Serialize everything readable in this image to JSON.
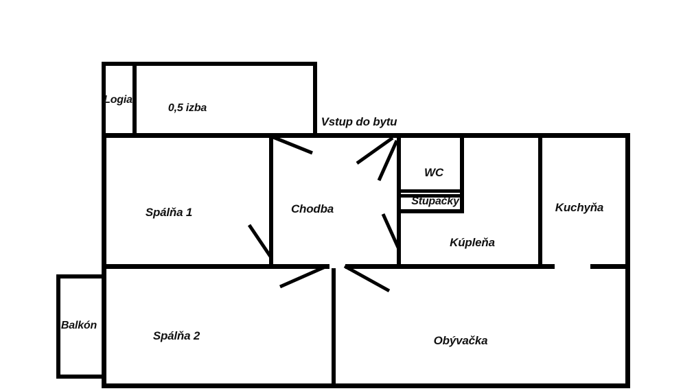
{
  "floorplan": {
    "background": "#ffffff",
    "wall_color": "#000000",
    "text_color": "#111111",
    "rooms": {
      "logia": "Logia",
      "half_room": "0,5 izba",
      "entrance_label": "Vstup do bytu",
      "bedroom1": "Spálňa 1",
      "hallway": "Chodba",
      "wc": "WC",
      "risers": "Stupačky",
      "bathroom": "Kúpleňa",
      "kitchen": "Kuchyňa",
      "balcony": "Balkón",
      "bedroom2": "Spálňa 2",
      "living_room": "Obývačka"
    }
  }
}
